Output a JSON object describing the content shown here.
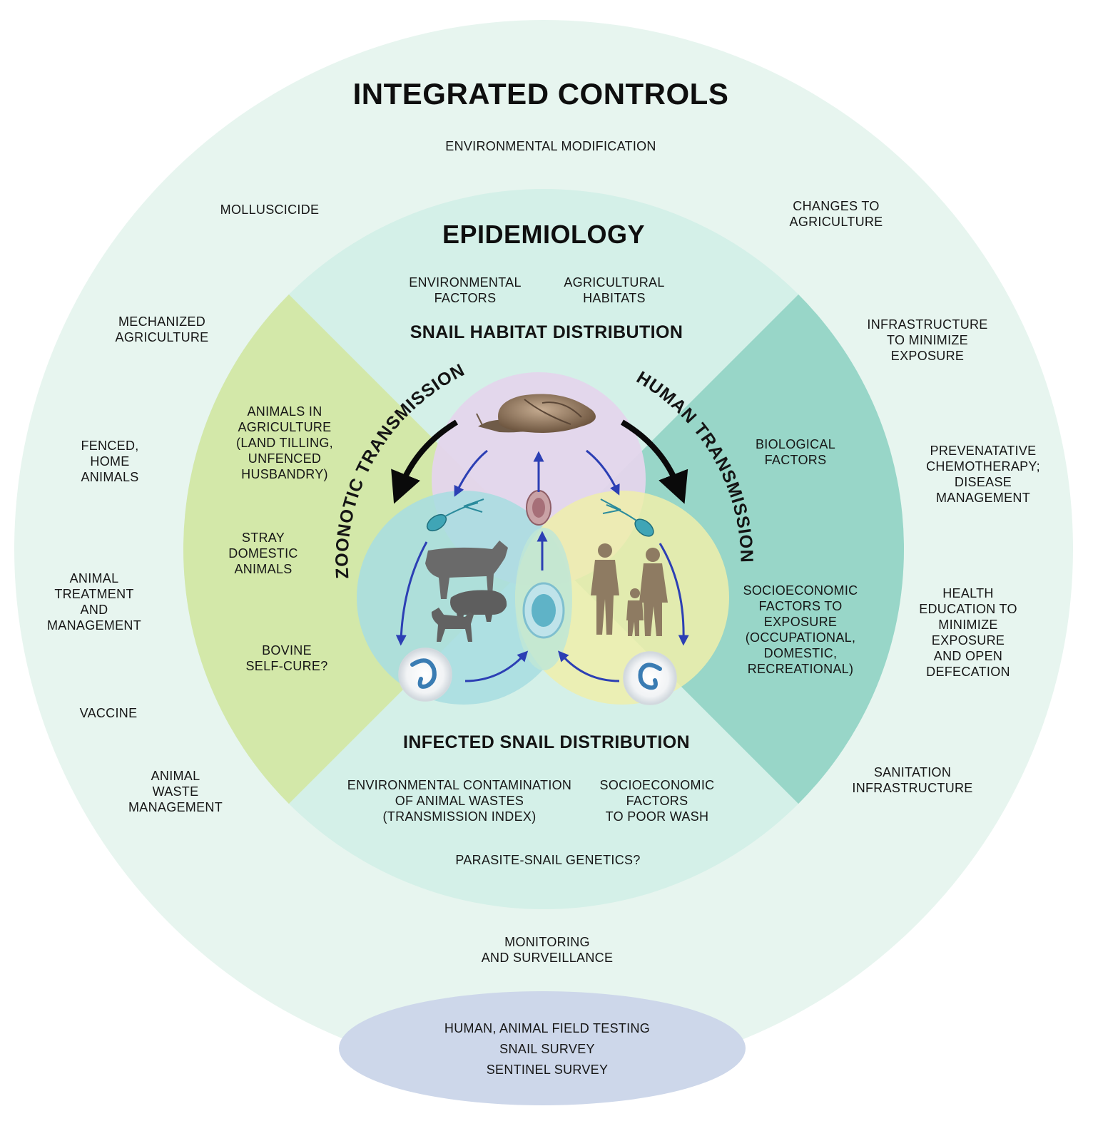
{
  "colors": {
    "outer_ring": "#e7f5ef",
    "epidemiology_ring": "#d4f0e8",
    "zoonotic_sector": "#d3e8a9",
    "human_sector": "#98d6c8",
    "snail_circle": "#e4d5ec",
    "animal_circle": "#a9dde0",
    "human_circle": "#efeeaa",
    "surveillance_ellipse": "#cdd7ea",
    "arrow_blue": "#2c3fb4",
    "arrow_black": "#0a0a0a"
  },
  "outer": {
    "title": "INTEGRATED CONTROLS",
    "environmental_modification": "ENVIRONMENTAL MODIFICATION",
    "molluscicide": "MOLLUSCICIDE",
    "changes_to_agriculture": "CHANGES TO\nAGRICULTURE",
    "mechanized_agriculture": "MECHANIZED\nAGRICULTURE",
    "fenced_home_animals": "FENCED,\nHOME\nANIMALS",
    "animal_treatment": "ANIMAL\nTREATMENT\nAND\nMANAGEMENT",
    "vaccine": "VACCINE",
    "animal_waste": "ANIMAL\nWASTE\nMANAGEMENT",
    "infrastructure": "INFRASTRUCTURE\nTO MINIMIZE\nEXPOSURE",
    "chemotherapy": "PREVENATATIVE\nCHEMOTHERAPY;\nDISEASE\nMANAGEMENT",
    "health_education": "HEALTH\nEDUCATION TO\nMINIMIZE\nEXPOSURE\nAND OPEN\nDEFECATION",
    "sanitation": "SANITATION\nINFRASTRUCTURE",
    "monitoring": "MONITORING\nAND SURVEILLANCE"
  },
  "epidemiology": {
    "title": "EPIDEMIOLOGY",
    "environmental_factors": "ENVIRONMENTAL\nFACTORS",
    "agricultural_habitats": "AGRICULTURAL\nHABITATS",
    "snail_habitat_distribution": "SNAIL HABITAT DISTRIBUTION",
    "infected_snail_distribution": "INFECTED SNAIL DISTRIBUTION",
    "environmental_contamination": "ENVIRONMENTAL CONTAMINATION\nOF ANIMAL WASTES\n(TRANSMISSION INDEX)",
    "socioeconomic_wash": "SOCIOECONOMIC\nFACTORS\nTO POOR WASH",
    "parasite_snail_genetics": "PARASITE-SNAIL GENETICS?"
  },
  "zoonotic": {
    "arc_title": "ZOONOTIC TRANSMISSION",
    "animals_in_agriculture": "ANIMALS IN\nAGRICULTURE\n(LAND TILLING,\nUNFENCED\nHUSBANDRY)",
    "stray_domestic": "STRAY\nDOMESTIC\nANIMALS",
    "bovine_self_cure": "BOVINE\nSELF-CURE?"
  },
  "human": {
    "arc_title": "HUMAN TRANSMISSION",
    "biological_factors": "BIOLOGICAL\nFACTORS",
    "socioeconomic_exposure": "SOCIOECONOMIC\nFACTORS TO\nEXPOSURE\n(OCCUPATIONAL,\nDOMESTIC,\nRECREATIONAL)"
  },
  "surveillance": {
    "line1": "HUMAN, ANIMAL FIELD TESTING",
    "line2": "SNAIL SURVEY",
    "line3": "SENTINEL SURVEY"
  }
}
